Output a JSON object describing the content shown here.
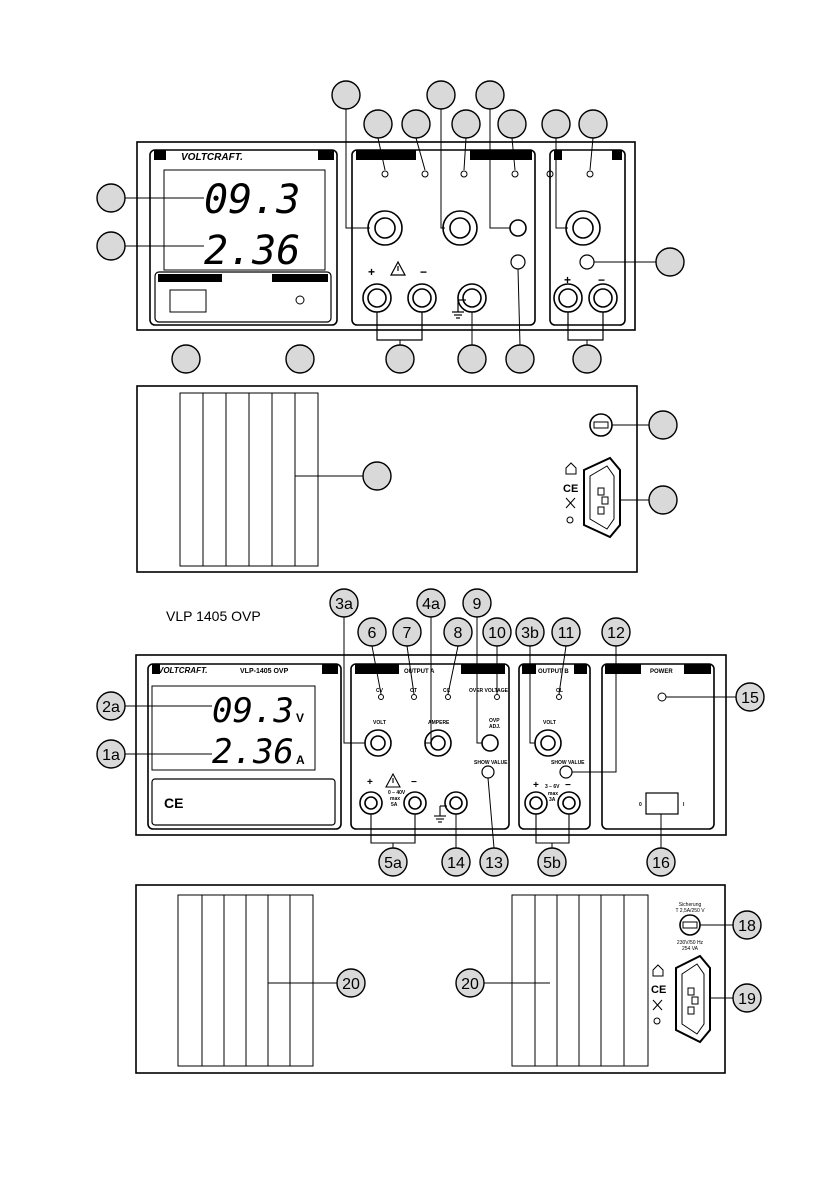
{
  "brand": "VOLTCRAFT.",
  "model_label": "VLP-1405 OVP",
  "model_title": "VLP 1405 OVP",
  "display": {
    "voltage": "09.3",
    "current": "2.36",
    "unit_v": "V",
    "unit_a": "A"
  },
  "ce_mark": "CE",
  "panel_labels": {
    "output_a": "OUTPUT A",
    "output_b": "OUTPUT B",
    "power": "POWER",
    "cv": "CV",
    "ot": "OT",
    "cc": "CC",
    "over_voltage": "OVER VOLTAGE",
    "volt": "VOLT",
    "amperes": "AMPERE",
    "ovp": "OVP",
    "adj": "ADJ.",
    "show_value": "SHOW VALUE",
    "ol": "OL",
    "plus": "+",
    "minus": "−",
    "range_a_1": "0 – 40V",
    "range_a_2": "max",
    "range_a_3": "5A",
    "range_b_1": "3 – 6V",
    "range_b_2": "max",
    "range_b_3": "3A",
    "switch_off": "0",
    "switch_on": "I",
    "fuse_1": "Sicherung",
    "fuse_2": "T 2,5A/250 V",
    "mains_1": "230V/50 Hz",
    "mains_2": "254 VA"
  },
  "callouts": [
    "3a",
    "4a",
    "9",
    "6",
    "7",
    "8",
    "10",
    "3b",
    "11",
    "12",
    "2a",
    "1a",
    "15",
    "5a",
    "14",
    "13",
    "5b",
    "16",
    "18",
    "20",
    "20",
    "19"
  ]
}
